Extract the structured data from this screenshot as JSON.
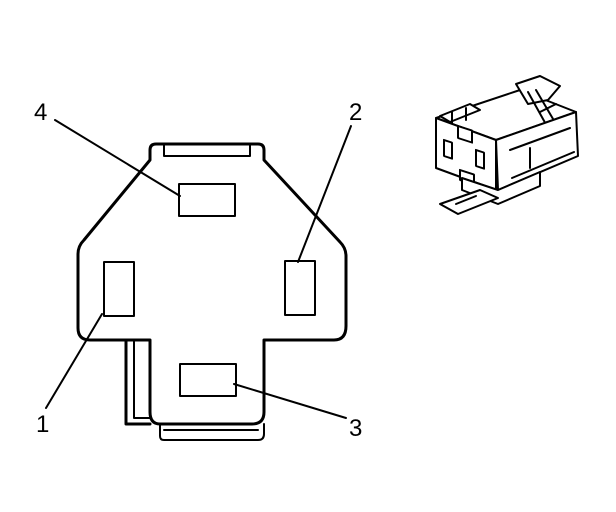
{
  "diagram": {
    "callouts": [
      {
        "id": "pin-1",
        "label": "1"
      },
      {
        "id": "pin-2",
        "label": "2"
      },
      {
        "id": "pin-3",
        "label": "3"
      },
      {
        "id": "pin-4",
        "label": "4"
      }
    ]
  }
}
